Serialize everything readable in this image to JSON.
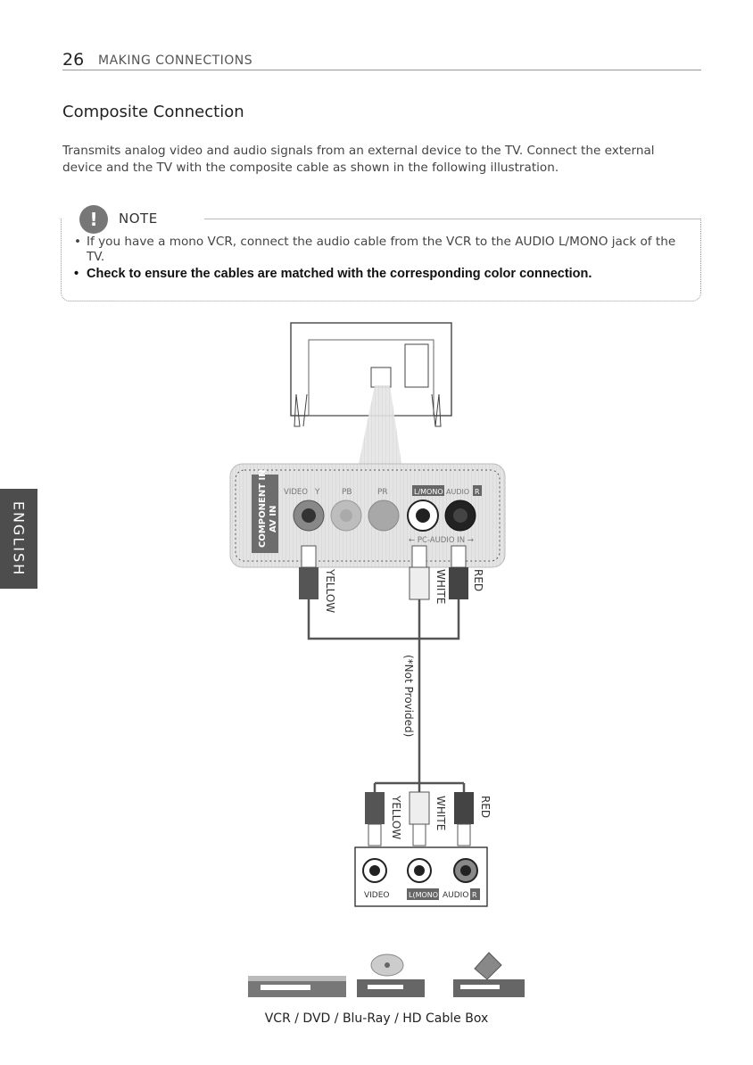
{
  "header": {
    "page_number": "26",
    "section": "MAKING CONNECTIONS"
  },
  "title": "Composite Connection",
  "intro": "Transmits analog video and audio signals from an external device to the TV. Connect the external device and the TV with the composite cable as shown in the following illustration.",
  "note": {
    "label": "NOTE",
    "items": [
      "If you have a mono VCR, connect the audio cable from the VCR to the AUDIO L/MONO jack of the TV.",
      "Check to ensure the cables are matched with the corresponding color connection."
    ]
  },
  "side_tab": "ENGLISH",
  "diagram": {
    "tv_panel": {
      "group_labels": [
        "COMPONENT IN",
        "AV IN"
      ],
      "jacks": [
        "VIDEO",
        "Y",
        "PB",
        "PR",
        "L/MONO",
        "AUDIO",
        "R"
      ],
      "pc_audio_label": "← PC-AUDIO IN →"
    },
    "cable_labels": {
      "yellow": "YELLOW",
      "white": "WHITE",
      "red": "RED"
    },
    "not_provided": "(*Not Provided)",
    "device_panel": {
      "video": "VIDEO",
      "lmono": "L(MONO)",
      "audio": "AUDIO",
      "r": "R"
    },
    "devices_caption": "VCR / DVD / Blu-Ray / HD Cable Box"
  }
}
